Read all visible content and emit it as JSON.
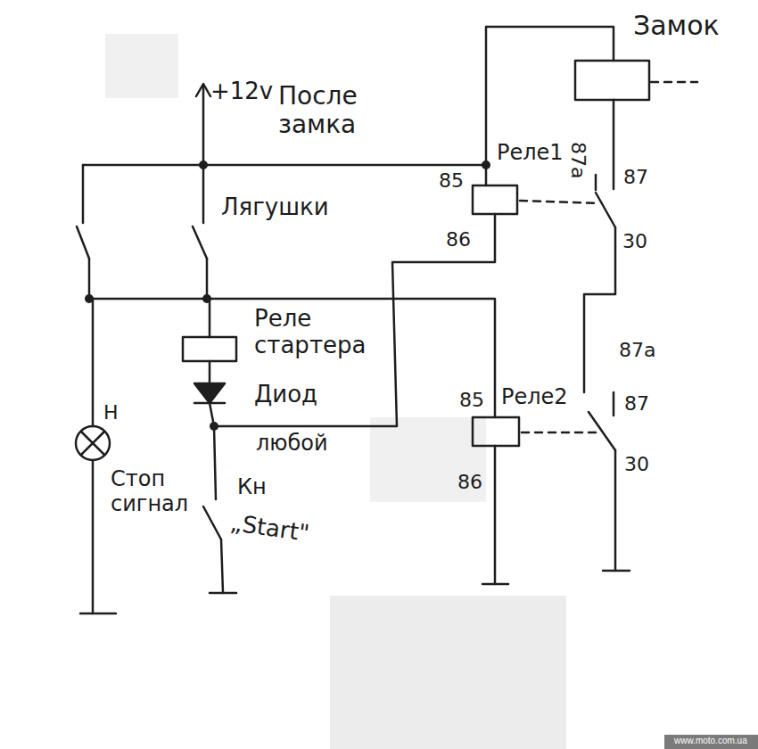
{
  "diagram": {
    "labels": [
      "Замок",
      "+12v",
      "После замка",
      "Реле1",
      "87a",
      "85",
      "87",
      "Лягушки",
      "86",
      "30",
      "Реле стартера",
      "Диод",
      "любой",
      "87a",
      "85",
      "Реле2",
      "87",
      "Н",
      "30",
      "86",
      "Стоп сигнал",
      "Кн",
      "„Start\"",
      "www.moto.com.ua"
    ]
  }
}
